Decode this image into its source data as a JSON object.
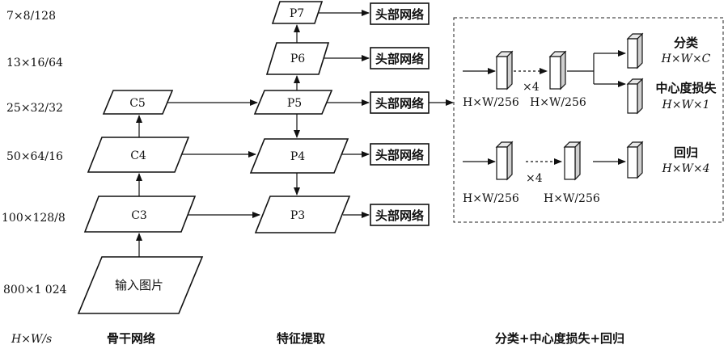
{
  "scale_labels": [
    "7×8/128",
    "13×16/64",
    "25×32/32",
    "50×64/16",
    "100×128/8",
    "800×1 024",
    "H×W/s"
  ],
  "backbone": {
    "c5": "C5",
    "c4": "C4",
    "c3": "C3",
    "input": "输入图片",
    "caption": "骨干网络"
  },
  "fpn": {
    "p7": "P7",
    "p6": "P6",
    "p5": "P5",
    "p4": "P4",
    "p3": "P3",
    "caption": "特征提取"
  },
  "head_label": "头部网络",
  "head_panel": {
    "cls_title": "分类",
    "cls_shape": "H×W×C",
    "ctr_title": "中心度损失",
    "ctr_shape": "H×W×1",
    "reg_title": "回归",
    "reg_shape": "H×W×4",
    "repeat": "×4",
    "feat_shape": "H×W/256",
    "caption": "分类+中心度损失+回归"
  }
}
